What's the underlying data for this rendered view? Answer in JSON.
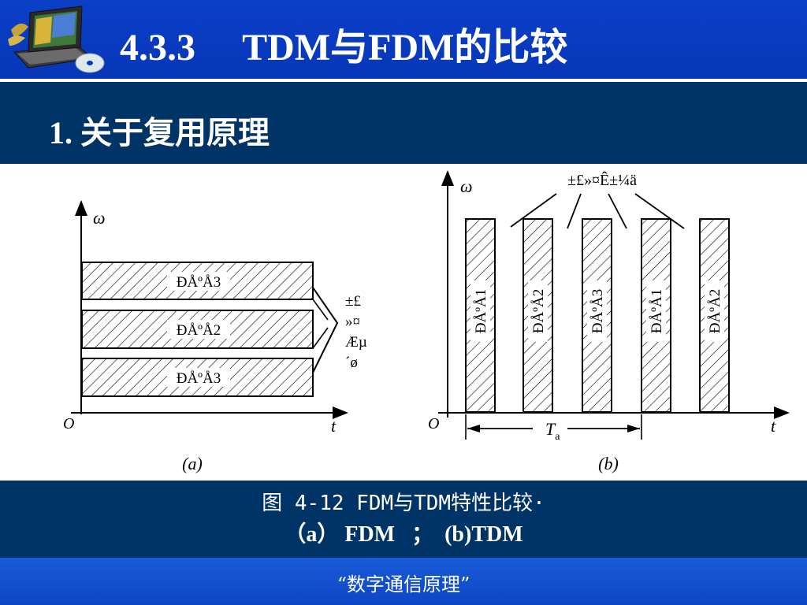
{
  "header": {
    "title": "4.3.3     TDM与FDM的比较"
  },
  "section": {
    "heading": "1. 关于复用原理"
  },
  "figure_a": {
    "y_axis_label": "ω",
    "x_axis_label": "t",
    "origin_label": "O",
    "band_labels": [
      "ÐÅºÅ3",
      "ÐÅºÅ2",
      "ÐÅºÅ3"
    ],
    "guard_label_lines": [
      "±£",
      "»¤",
      "Æµ",
      "´ø"
    ],
    "sub_label": "(a)"
  },
  "figure_b": {
    "y_axis_label": "ω",
    "x_axis_label": "t",
    "origin_label": "O",
    "guard_time_label": "±£»¤Ê±¼ä",
    "slot_labels": [
      "ÐÅºÅ1",
      "ÐÅºÅ2",
      "ÐÅºÅ3",
      "ÐÅºÅ1",
      "ÐÅºÅ2"
    ],
    "period_label": "T",
    "period_subscript": "a",
    "sub_label": "(b)"
  },
  "caption": {
    "line1": "图 4-12 FDM与TDM特性比较·",
    "line2": "（a） FDM   ；  (b)TDM"
  },
  "footer": {
    "text": "“数字通信原理”"
  }
}
